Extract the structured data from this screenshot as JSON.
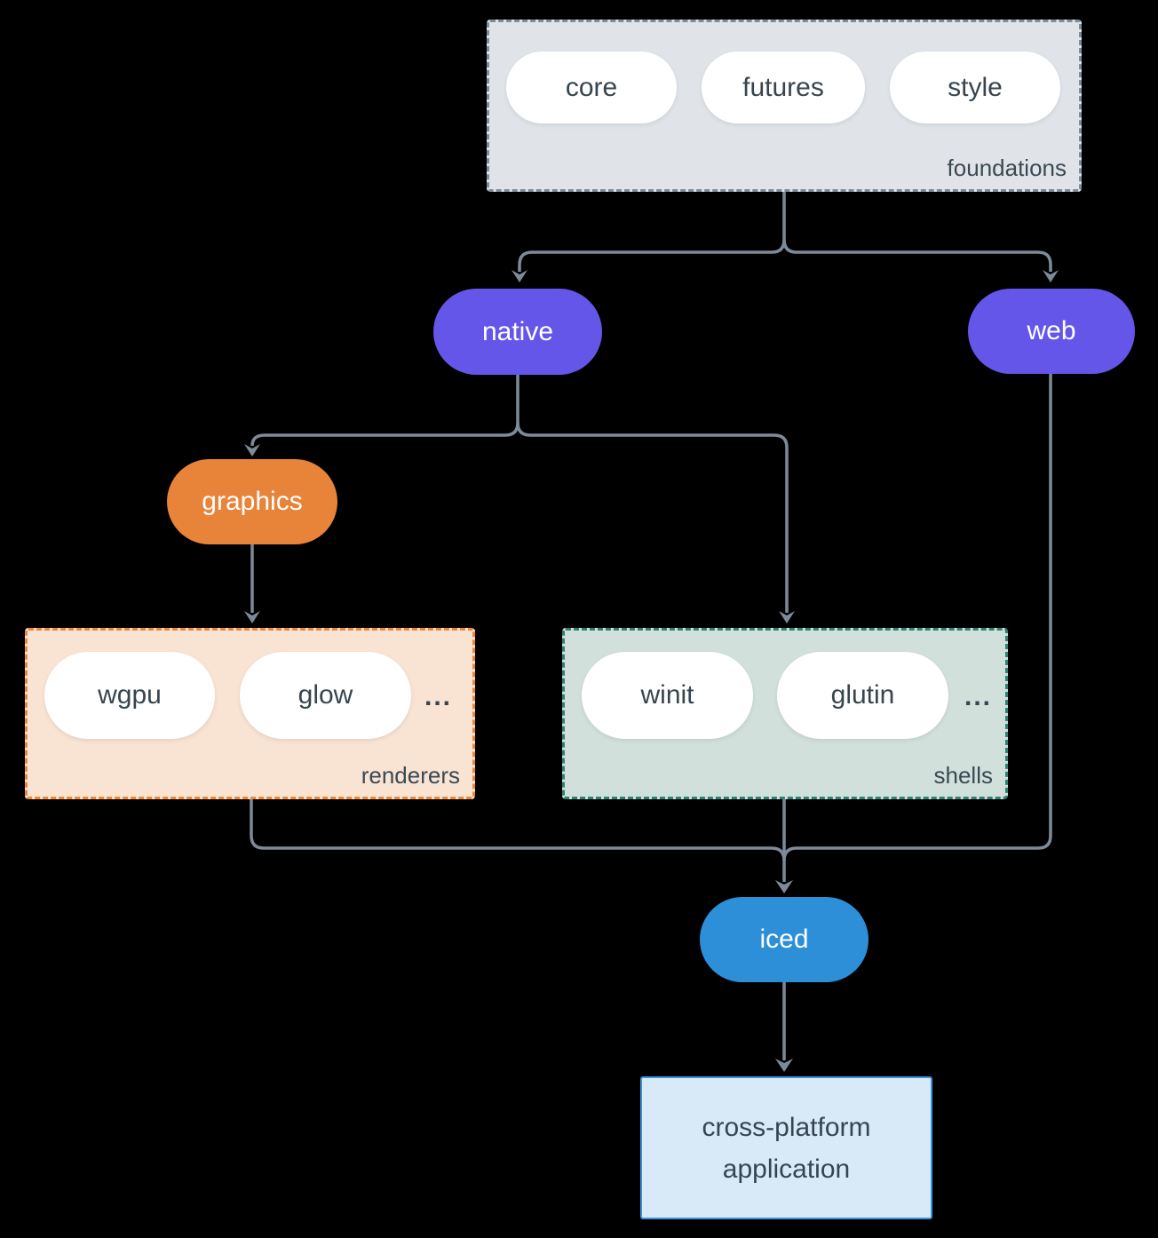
{
  "diagram": {
    "groups": {
      "foundations": {
        "label": "foundations",
        "items": [
          "core",
          "futures",
          "style"
        ]
      },
      "renderers": {
        "label": "renderers",
        "items": [
          "wgpu",
          "glow"
        ],
        "ellipsis": "..."
      },
      "shells": {
        "label": "shells",
        "items": [
          "winit",
          "glutin"
        ],
        "ellipsis": "..."
      }
    },
    "nodes": {
      "native": "native",
      "web": "web",
      "graphics": "graphics",
      "iced": "iced"
    },
    "app": {
      "lines": [
        "cross-platform",
        "application"
      ]
    },
    "colors": {
      "background": "#000000",
      "connector": "#7d8a97",
      "pill_text": "#36454f",
      "pill_bg": "#ffffff",
      "native_web_purple": "#6456e8",
      "graphics_orange": "#e8833a",
      "iced_blue": "#2e8fd9",
      "foundations_bg": "#e0e4e8",
      "foundations_border": "#7d8c99",
      "renderers_bg": "#f9e3d3",
      "renderers_border": "#ef8632",
      "shells_bg": "#d2e0db",
      "shells_border": "#2f8172",
      "app_bg": "#d8e9f8",
      "app_border": "#3e93dc"
    }
  }
}
